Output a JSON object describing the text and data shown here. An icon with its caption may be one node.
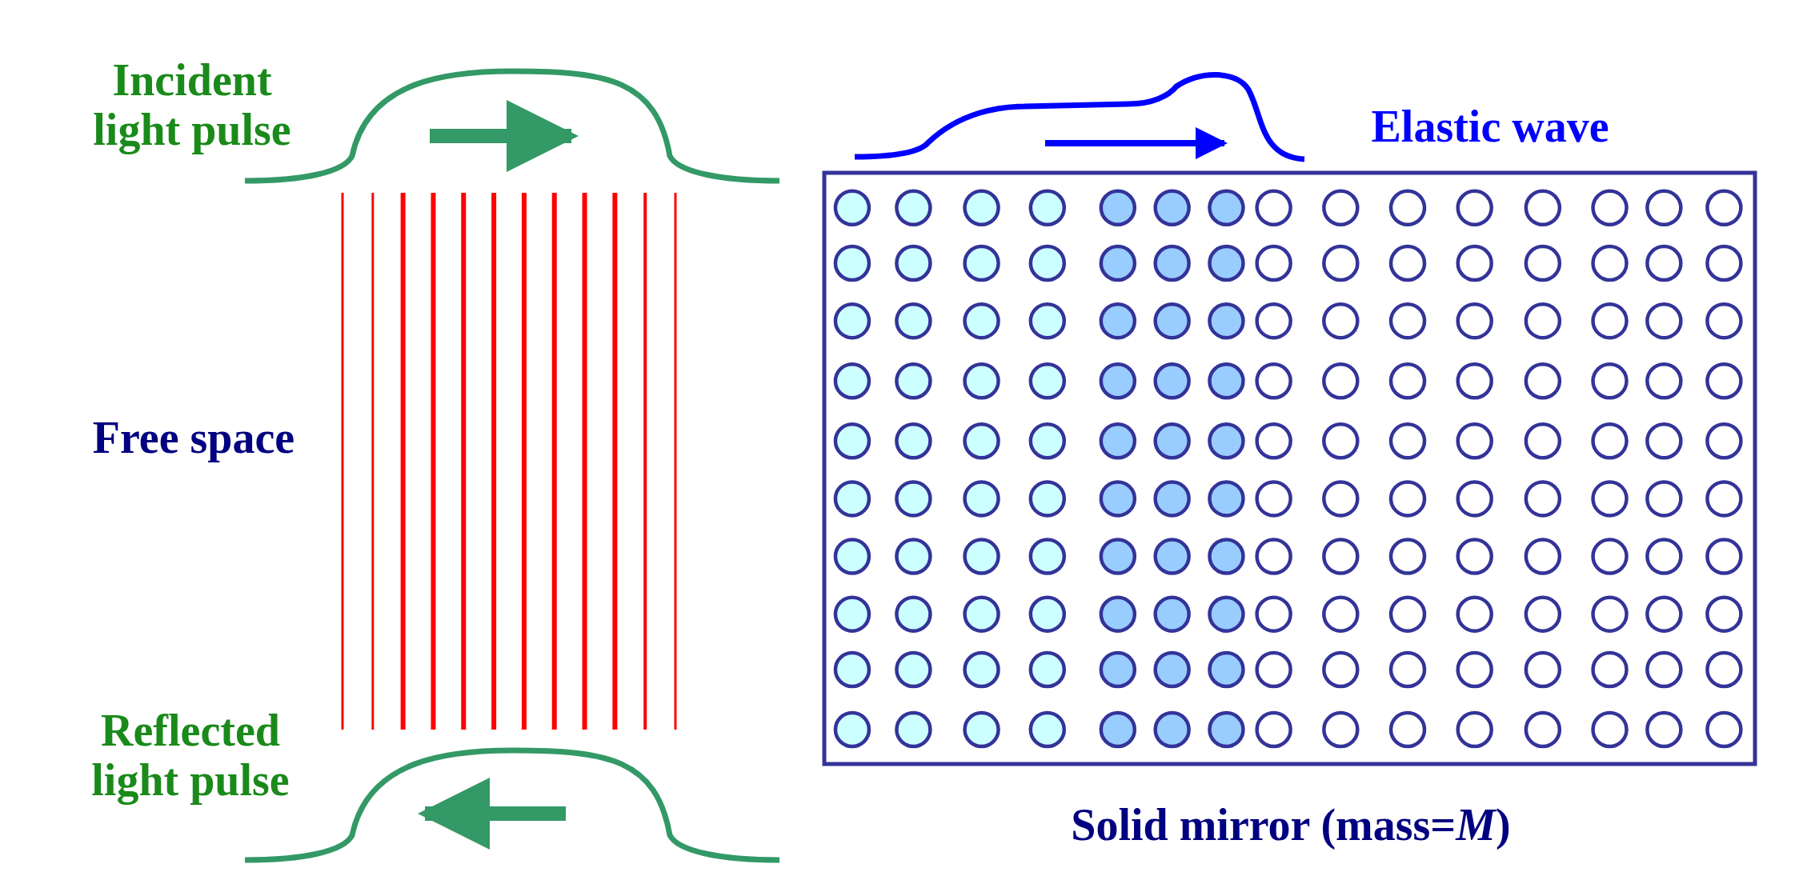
{
  "diagram": {
    "labels": [
      "Incident light pulse",
      "Elastic wave",
      "Free space",
      "Reflected light pulse",
      "Solid mirror (mass=*M*)"
    ]
  }
}
